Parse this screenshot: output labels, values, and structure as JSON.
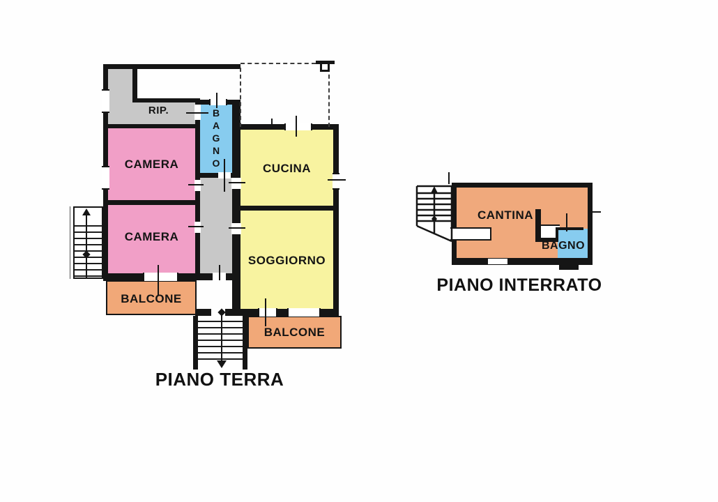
{
  "ground_floor": {
    "title": "PIANO TERRA",
    "rooms": {
      "rip": "RIP.",
      "bagno": "BAGNO",
      "camera1": "CAMERA",
      "camera2": "CAMERA",
      "cucina": "CUCINA",
      "soggiorno": "SOGGIORNO",
      "balcone_left": "BALCONE",
      "balcone_right": "BALCONE"
    }
  },
  "basement": {
    "title": "PIANO INTERRATO",
    "rooms": {
      "cantina": "CANTINA",
      "bagno": "BAGNO"
    }
  },
  "colors": {
    "bedroom_pink": "#F19FC7",
    "kitchen_yellow": "#F8F3A0",
    "bath_blue": "#87CCEF",
    "balcony_orange": "#F1A878",
    "cellar_orange": "#F0A97C",
    "storage_gray": "#C8C8C8",
    "wall_black": "#151515"
  }
}
